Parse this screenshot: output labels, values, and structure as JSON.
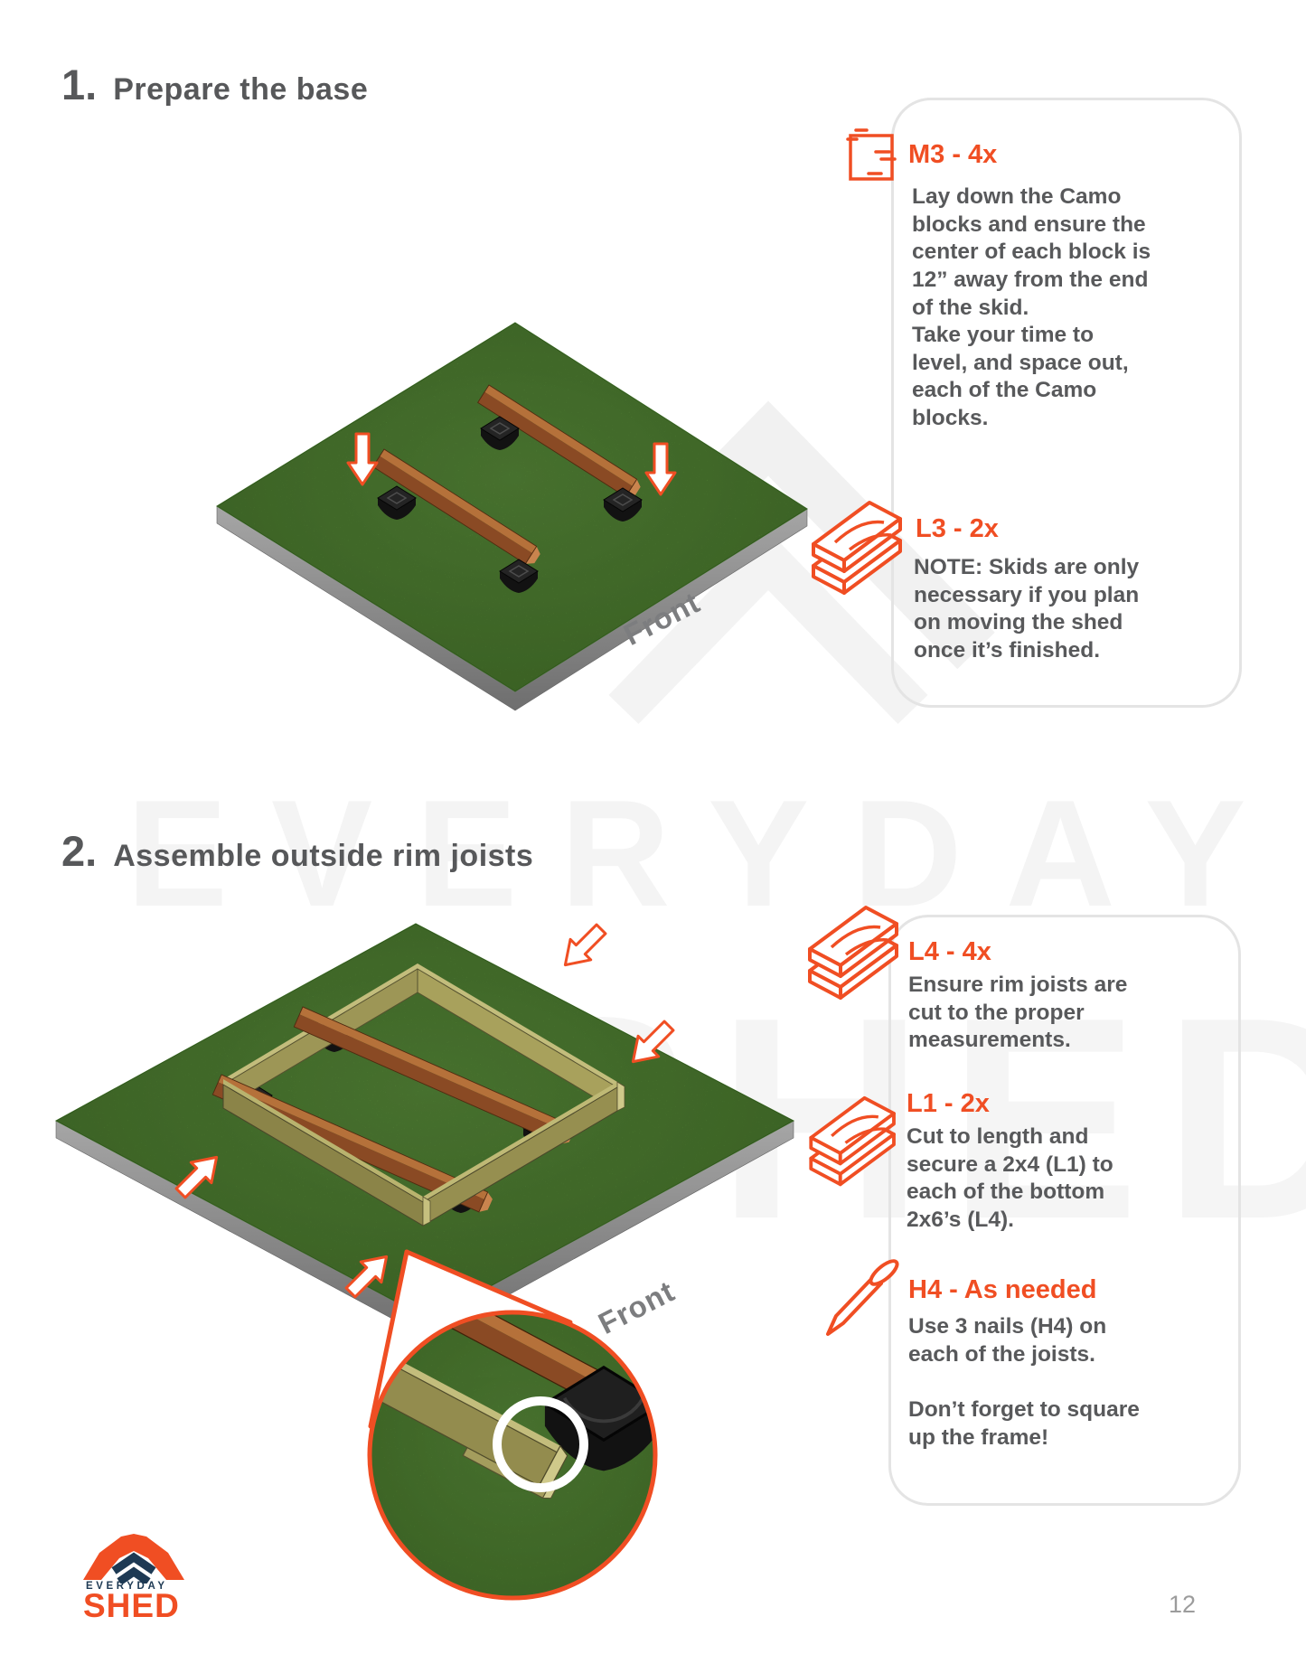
{
  "page": {
    "number": "12"
  },
  "watermark": {
    "line1": "EVERYDAY",
    "line2": "SHED"
  },
  "colors": {
    "accent": "#F04E23",
    "body_text": "#58595B",
    "heading_text": "#57585A",
    "grass_green": "#5F9D3C",
    "skid_brown": "#B06C38",
    "joist_olive": "#9A9355",
    "logo_navy": "#1E3A54"
  },
  "steps": {
    "step1": {
      "number": "1.",
      "title": "Prepare the base",
      "front_label": "Front"
    },
    "step2": {
      "number": "2.",
      "title": "Assemble outside rim joists",
      "front_label": "Front"
    }
  },
  "callout1": {
    "m3": {
      "icon": "camo-block-icon",
      "heading": "M3 - 4x",
      "body": "Lay down the Camo\nblocks and ensure the\ncenter of each block is\n12” away from the end\nof the skid.\nTake your time to\nlevel, and space out,\neach of the Camo\nblocks."
    },
    "l3": {
      "icon": "lumber-stack-icon",
      "heading": "L3 - 2x",
      "body": "NOTE: Skids are only\nnecessary if you plan\non moving the shed\nonce it’s finished."
    }
  },
  "callout2": {
    "l4": {
      "icon": "lumber-stack-icon",
      "heading": "L4 - 4x",
      "body": "Ensure rim joists are\ncut to the proper\nmeasurements."
    },
    "l1": {
      "icon": "lumber-stack-icon",
      "heading": "L1 - 2x",
      "body": "Cut to length and\nsecure a 2x4 (L1) to\neach of the bottom\n2x6’s (L4)."
    },
    "h4": {
      "icon": "nail-icon",
      "heading": "H4 - As needed",
      "body": "Use 3 nails (H4) on\neach of the joists.\n\nDon’t forget to square\nup the frame!"
    }
  },
  "logo": {
    "brand_line1": "EVERYDAY",
    "brand_line2": "SHED"
  }
}
